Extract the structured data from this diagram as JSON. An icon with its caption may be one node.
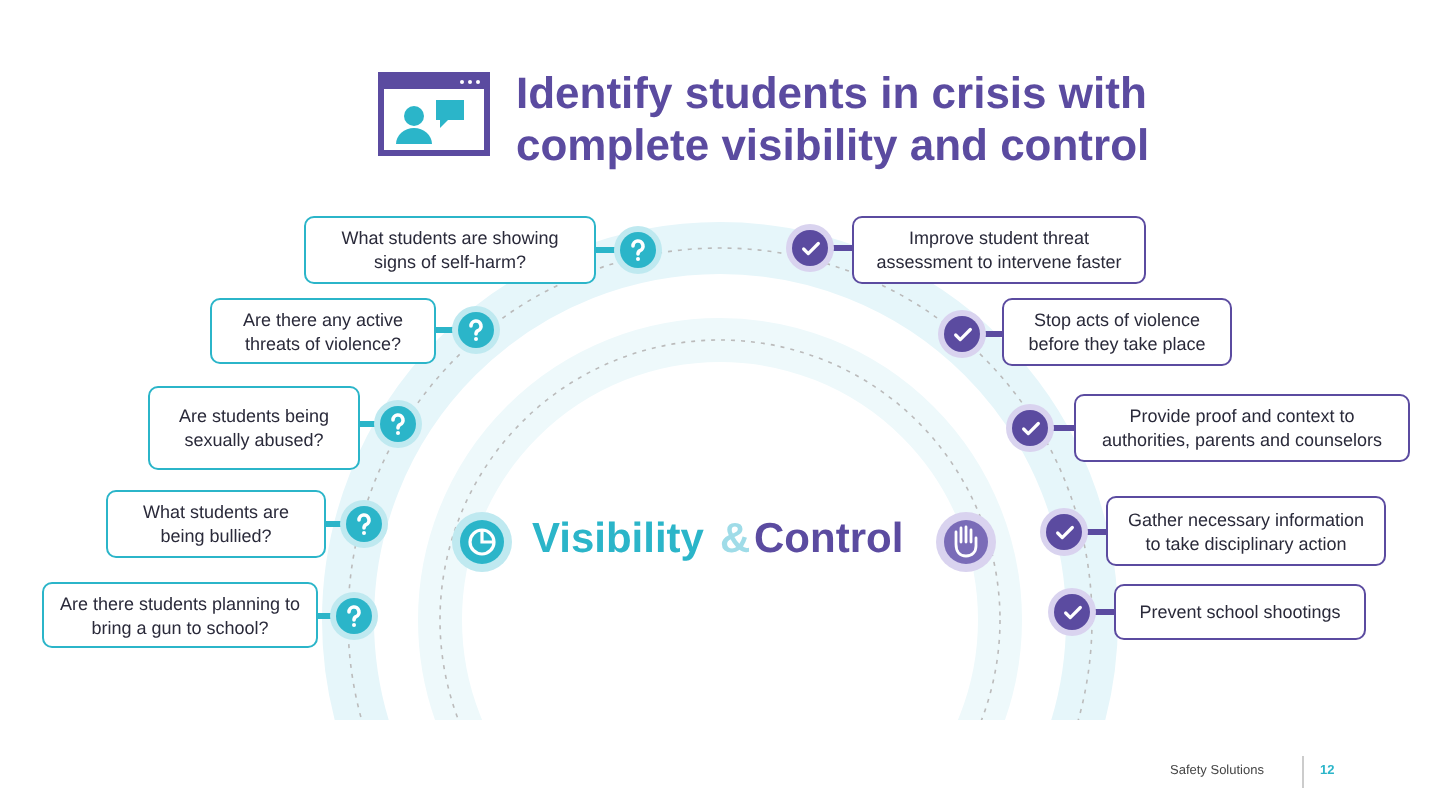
{
  "diagram": {
    "title": "Identify students in crisis with complete visibility and control",
    "nodes": [
      {
        "text": [
          "What students are showing signs of self-harm?"
        ]
      },
      {
        "text": [
          "Are there any active threats of violence?"
        ]
      },
      {
        "text": [
          "Are students being sexually abused?"
        ]
      },
      {
        "text": [
          "What students are being bullied?"
        ]
      },
      {
        "text": [
          "Are there students planning to bring a gun to school?"
        ]
      },
      {
        "text": [
          "Improve student threat assessment to intervene faster"
        ]
      },
      {
        "text": [
          "Stop acts of violence before they take place"
        ]
      },
      {
        "text": [
          "Provide proof and context to authorities, parents and counselors"
        ]
      },
      {
        "text": [
          "Gather necessary information to take disciplinary action"
        ]
      },
      {
        "text": [
          "Prevent school shootings"
        ]
      },
      {
        "text": [],
        "shape": "circle"
      },
      {
        "text": [],
        "shape": "circle"
      },
      {
        "text": [],
        "shape": "circle"
      },
      {
        "text": [],
        "shape": "circle"
      },
      {
        "text": [],
        "shape": "circle"
      },
      {
        "text": [],
        "shape": "circle"
      },
      {
        "text": [],
        "shape": "circle"
      },
      {
        "text": [],
        "shape": "circle"
      },
      {
        "text": [],
        "shape": "circle"
      },
      {
        "text": [],
        "shape": "circle"
      }
    ],
    "edges": [
      {
        "from": 0,
        "to": 10,
        "arrow": "none",
        "color": "#2bb5c9"
      },
      {
        "from": 1,
        "to": 11,
        "arrow": "none",
        "color": "#2bb5c9"
      },
      {
        "from": 2,
        "to": 12,
        "arrow": "none",
        "color": "#2bb5c9"
      },
      {
        "from": 3,
        "to": 13,
        "arrow": "none",
        "color": "#2bb5c9"
      },
      {
        "from": 4,
        "to": 14,
        "arrow": "none",
        "color": "#2bb5c9"
      },
      {
        "from": 5,
        "to": 15,
        "arrow": "none",
        "color": "#5b4ba0"
      },
      {
        "from": 6,
        "to": 16,
        "arrow": "none",
        "color": "#5b4ba0"
      },
      {
        "from": 7,
        "to": 17,
        "arrow": "none",
        "color": "#5b4ba0"
      },
      {
        "from": 8,
        "to": 18,
        "arrow": "none",
        "color": "#5b4ba0"
      },
      {
        "from": 9,
        "to": 19,
        "arrow": "none",
        "color": "#5b4ba0"
      }
    ],
    "labels": [
      "Visibility",
      "&",
      "Control",
      "Safety Solutions",
      "12"
    ]
  }
}
